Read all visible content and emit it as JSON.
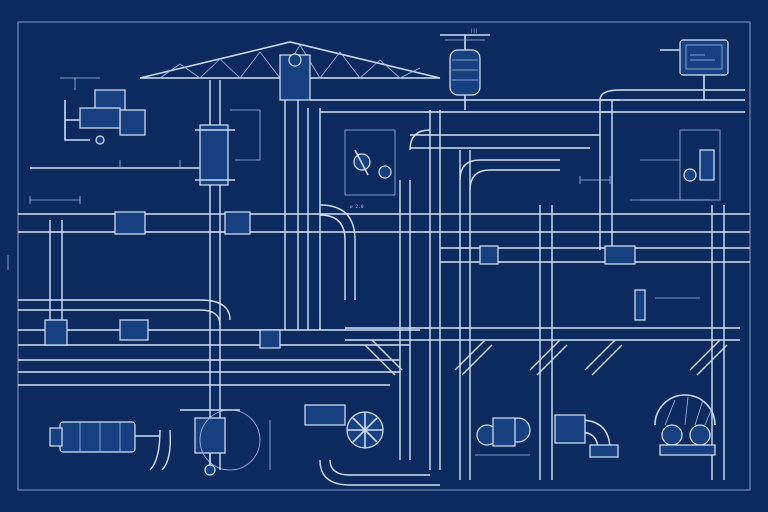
{
  "diagram": {
    "colors": {
      "background": "#0d2a5e",
      "line": "#c9dcf5",
      "accent": "#d7e6fa"
    },
    "components": [
      {
        "name": "truss-roof-beam"
      },
      {
        "name": "pressure-vessel-top"
      },
      {
        "name": "control-monitor"
      },
      {
        "name": "left-pump-unit"
      },
      {
        "name": "left-valve-cabinet"
      },
      {
        "name": "center-gauge-assembly"
      },
      {
        "name": "right-gauge-assembly"
      },
      {
        "name": "bottom-left-motor"
      },
      {
        "name": "bottom-center-fan"
      },
      {
        "name": "bottom-right-pumps"
      },
      {
        "name": "bottom-right-turbine"
      }
    ]
  }
}
